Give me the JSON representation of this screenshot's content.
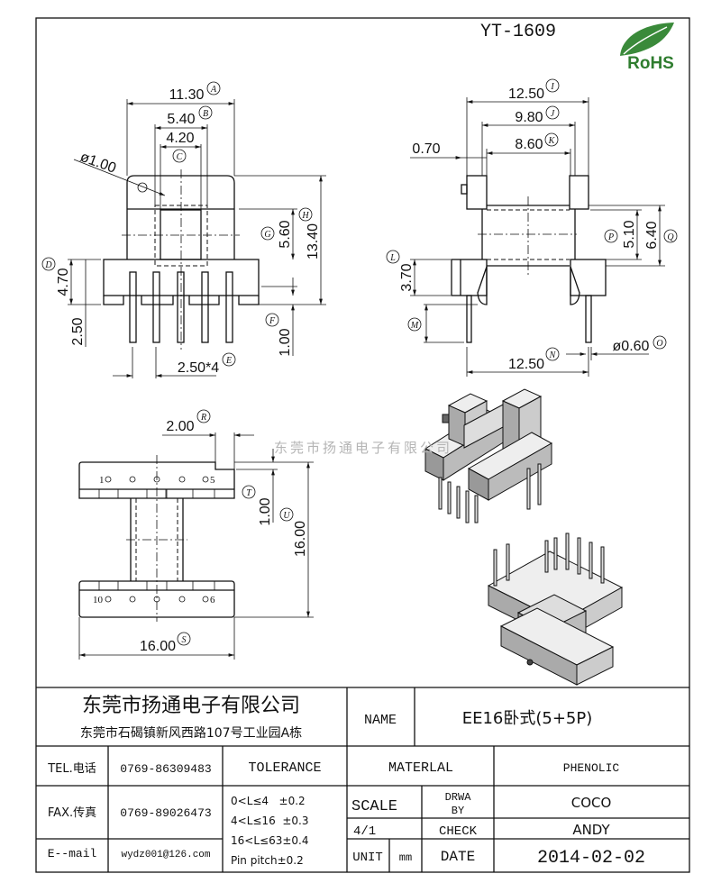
{
  "drawing": {
    "part_number": "YT-1609",
    "rohs_label": "RoHS",
    "watermark": "东莞市扬通电子有限公司",
    "front_view": {
      "a": "11.30",
      "a_tag": "A",
      "b": "5.40",
      "b_tag": "B",
      "c": "4.20",
      "c_tag": "C",
      "hole": "ø1.00",
      "d": "4.70",
      "d_tag": "D",
      "pin_len": "2.50",
      "e": "2.50*4",
      "e_tag": "E",
      "f": "1.00",
      "f_tag": "F",
      "g": "5.60",
      "g_tag": "G",
      "h": "13.40",
      "h_tag": "H"
    },
    "side_view": {
      "i": "12.50",
      "i_tag": "I",
      "j": "9.80",
      "j_tag": "J",
      "k": "8.60",
      "k_tag": "K",
      "offset": "0.70",
      "l": "3.70",
      "l_tag": "L",
      "m_tag": "M",
      "n": "12.50",
      "n_tag": "N",
      "o": "ø0.60",
      "o_tag": "O",
      "p": "5.10",
      "p_tag": "P",
      "q": "6.40",
      "q_tag": "Q"
    },
    "bottom_view": {
      "r": "2.00",
      "r_tag": "R",
      "t": "1.00",
      "t_tag": "T",
      "u": "16.00",
      "u_tag": "U",
      "s": "16.00",
      "s_tag": "S",
      "pin1": "1",
      "pin5": "5",
      "pin10": "10",
      "pin6": "6"
    }
  },
  "title_block": {
    "company": "东莞市扬通电子有限公司",
    "address": "东莞市石碣镇新风西路107号工业园A栋",
    "name_label": "NAME",
    "name_value": "EE16卧式(5+5P)",
    "tel_label": "TEL.电话",
    "tel_value": "0769-86309483",
    "fax_label": "FAX.传真",
    "fax_value": "0769-89026473",
    "email_label": "E--mail",
    "email_value": "wydz001@126.com",
    "tolerance_label": "TOLERANCE",
    "tolerances": [
      "0<L≤4   ±0.2",
      "4<L≤16  ±0.3",
      "16<L≤63±0.4",
      "Pin pitch±0.2"
    ],
    "material_label": "MATERLAL",
    "material_value": "PHENOLIC",
    "scale_label": "SCALE",
    "scale_value": "4/1",
    "drawn_label_1": "DRWA",
    "drawn_label_2": "BY",
    "drawn_value": "COCO",
    "check_label": "CHECK",
    "check_value": "ANDY",
    "unit_label": "UNIT",
    "unit_value": "mm",
    "date_label": "DATE",
    "date_value": "2014-02-02"
  }
}
